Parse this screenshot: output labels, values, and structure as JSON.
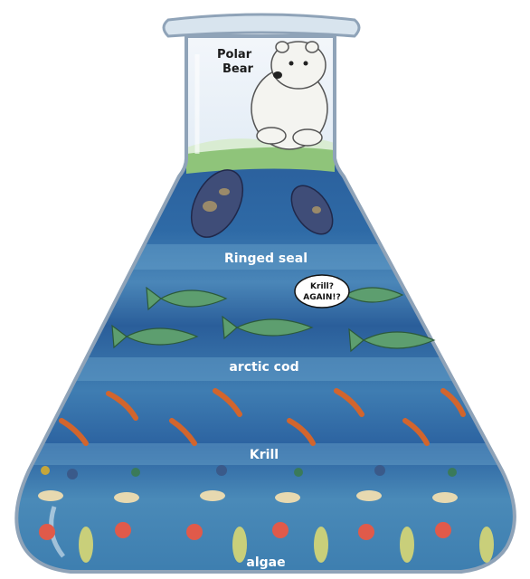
{
  "labels": {
    "polar_bear_line1": "Polar",
    "polar_bear_line2": "Bear",
    "ringed_seal": "Ringed seal",
    "arctic_cod": "arctic cod",
    "krill": "Krill",
    "algae": "algae"
  },
  "speech_bubble": {
    "line1": "Krill?",
    "line2": "AGAIN!?"
  },
  "colors": {
    "flask_outline": "#8fa3b8",
    "water_dark": "#1f4f8f",
    "water_mid": "#3a78ad",
    "water_light": "#6fa7c9",
    "ice": "#8fc47a",
    "fish": "#5d9e6f",
    "seal": "#3f4d78",
    "krill": "#d2652d",
    "bear": "#f4f4f0"
  },
  "icons": [
    "polar-bear-icon",
    "seal-icon",
    "fish-icon",
    "krill-icon",
    "algae-icon",
    "ice-floe-icon"
  ]
}
